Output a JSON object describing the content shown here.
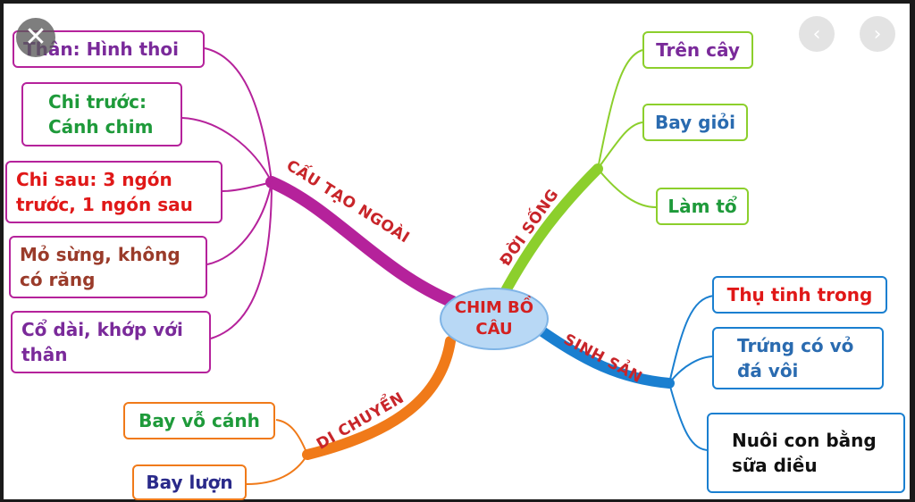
{
  "center": {
    "line1": "CHIM BỒ",
    "line2": "CÂU"
  },
  "branches": {
    "cau_tao": "CẤU TẠO NGOÀI",
    "doi_song": "ĐỜI SỐNG",
    "sinh_san": "SINH SẢN",
    "di_chuyen": "DI CHUYỂN"
  },
  "cau_tao_items": [
    {
      "line1": "Thân: Hình thoi",
      "line2": ""
    },
    {
      "line1": "Chi trước:",
      "line2": "Cánh chim"
    },
    {
      "line1": "Chi sau: 3 ngón",
      "line2": "trước, 1 ngón sau"
    },
    {
      "line1": "Mỏ sừng, không",
      "line2": "có răng"
    },
    {
      "line1": "Cổ dài, khớp với",
      "line2": "thân"
    }
  ],
  "doi_song_items": [
    "Trên cây",
    "Bay giỏi",
    "Làm tổ"
  ],
  "sinh_san_items": [
    {
      "line1": "Thụ tinh trong",
      "line2": ""
    },
    {
      "line1": "Trứng có vỏ",
      "line2": "đá vôi"
    },
    {
      "line1": "Nuôi con bằng",
      "line2": "sữa diều"
    }
  ],
  "di_chuyen_items": [
    "Bay vỗ cánh",
    "Bay lượn"
  ],
  "controls": {
    "close_glyph": "✕",
    "prev_glyph": "‹",
    "next_glyph": "›"
  },
  "colors": {
    "cau_tao": "#b5229b",
    "doi_song": "#8ccf2c",
    "sinh_san": "#1a7fd0",
    "di_chuyen": "#f07a19",
    "center_text": "#d42020"
  }
}
